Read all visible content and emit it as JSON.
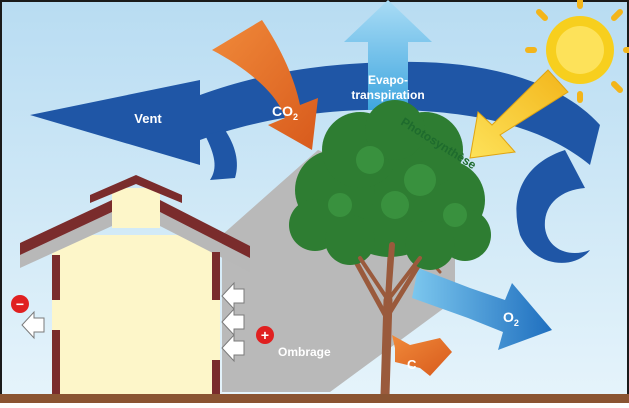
{
  "labels": {
    "wind": "Vent",
    "co2_main": "CO",
    "co2_sub": "2",
    "evapo_line1": "Evapo-",
    "evapo_line2": "transpiration",
    "photosynthesis": "Photosynthèse",
    "o2_main": "O",
    "o2_sub": "2",
    "shade": "Ombrage",
    "carbon": "C",
    "minus_sign": "−",
    "plus_sign": "+"
  },
  "colors": {
    "sky": "#cfe8f6",
    "wind_blue": "#1f56a6",
    "evapo_blue": "#5ab6e6",
    "o2_blue": "#2e86cc",
    "co2_orange": "#e26d2a",
    "sun_yellow": "#f7cf1e",
    "tree_green": "#2e7d32",
    "trunk_brown": "#9a5a3c",
    "roof_brown": "#7a2c2c",
    "wall_cream": "#fdf6c9",
    "shadow_grey": "#b9b9b9",
    "ground_brown": "#8a5432",
    "photosynthesis_text": "#1e6b2d",
    "minus_red": "#e02020",
    "plus_red": "#e02020"
  }
}
